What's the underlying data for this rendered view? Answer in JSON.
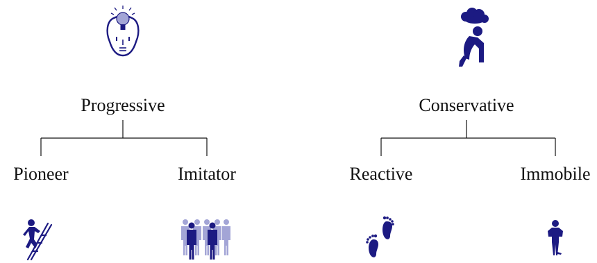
{
  "colors": {
    "navy": "#1c1a82",
    "light": "#a3a5d6",
    "line": "#111111"
  },
  "branches": [
    {
      "label": "Progressive",
      "icon": "lightbulb-head-icon",
      "children": [
        {
          "label": "Pioneer",
          "icon": "climbing-ladder-icon"
        },
        {
          "label": "Imitator",
          "icon": "crowd-icon"
        }
      ]
    },
    {
      "label": "Conservative",
      "icon": "thinking-person-cloud-icon",
      "children": [
        {
          "label": "Reactive",
          "icon": "footprints-icon"
        },
        {
          "label": "Immobile",
          "icon": "standing-person-icon"
        }
      ]
    }
  ]
}
